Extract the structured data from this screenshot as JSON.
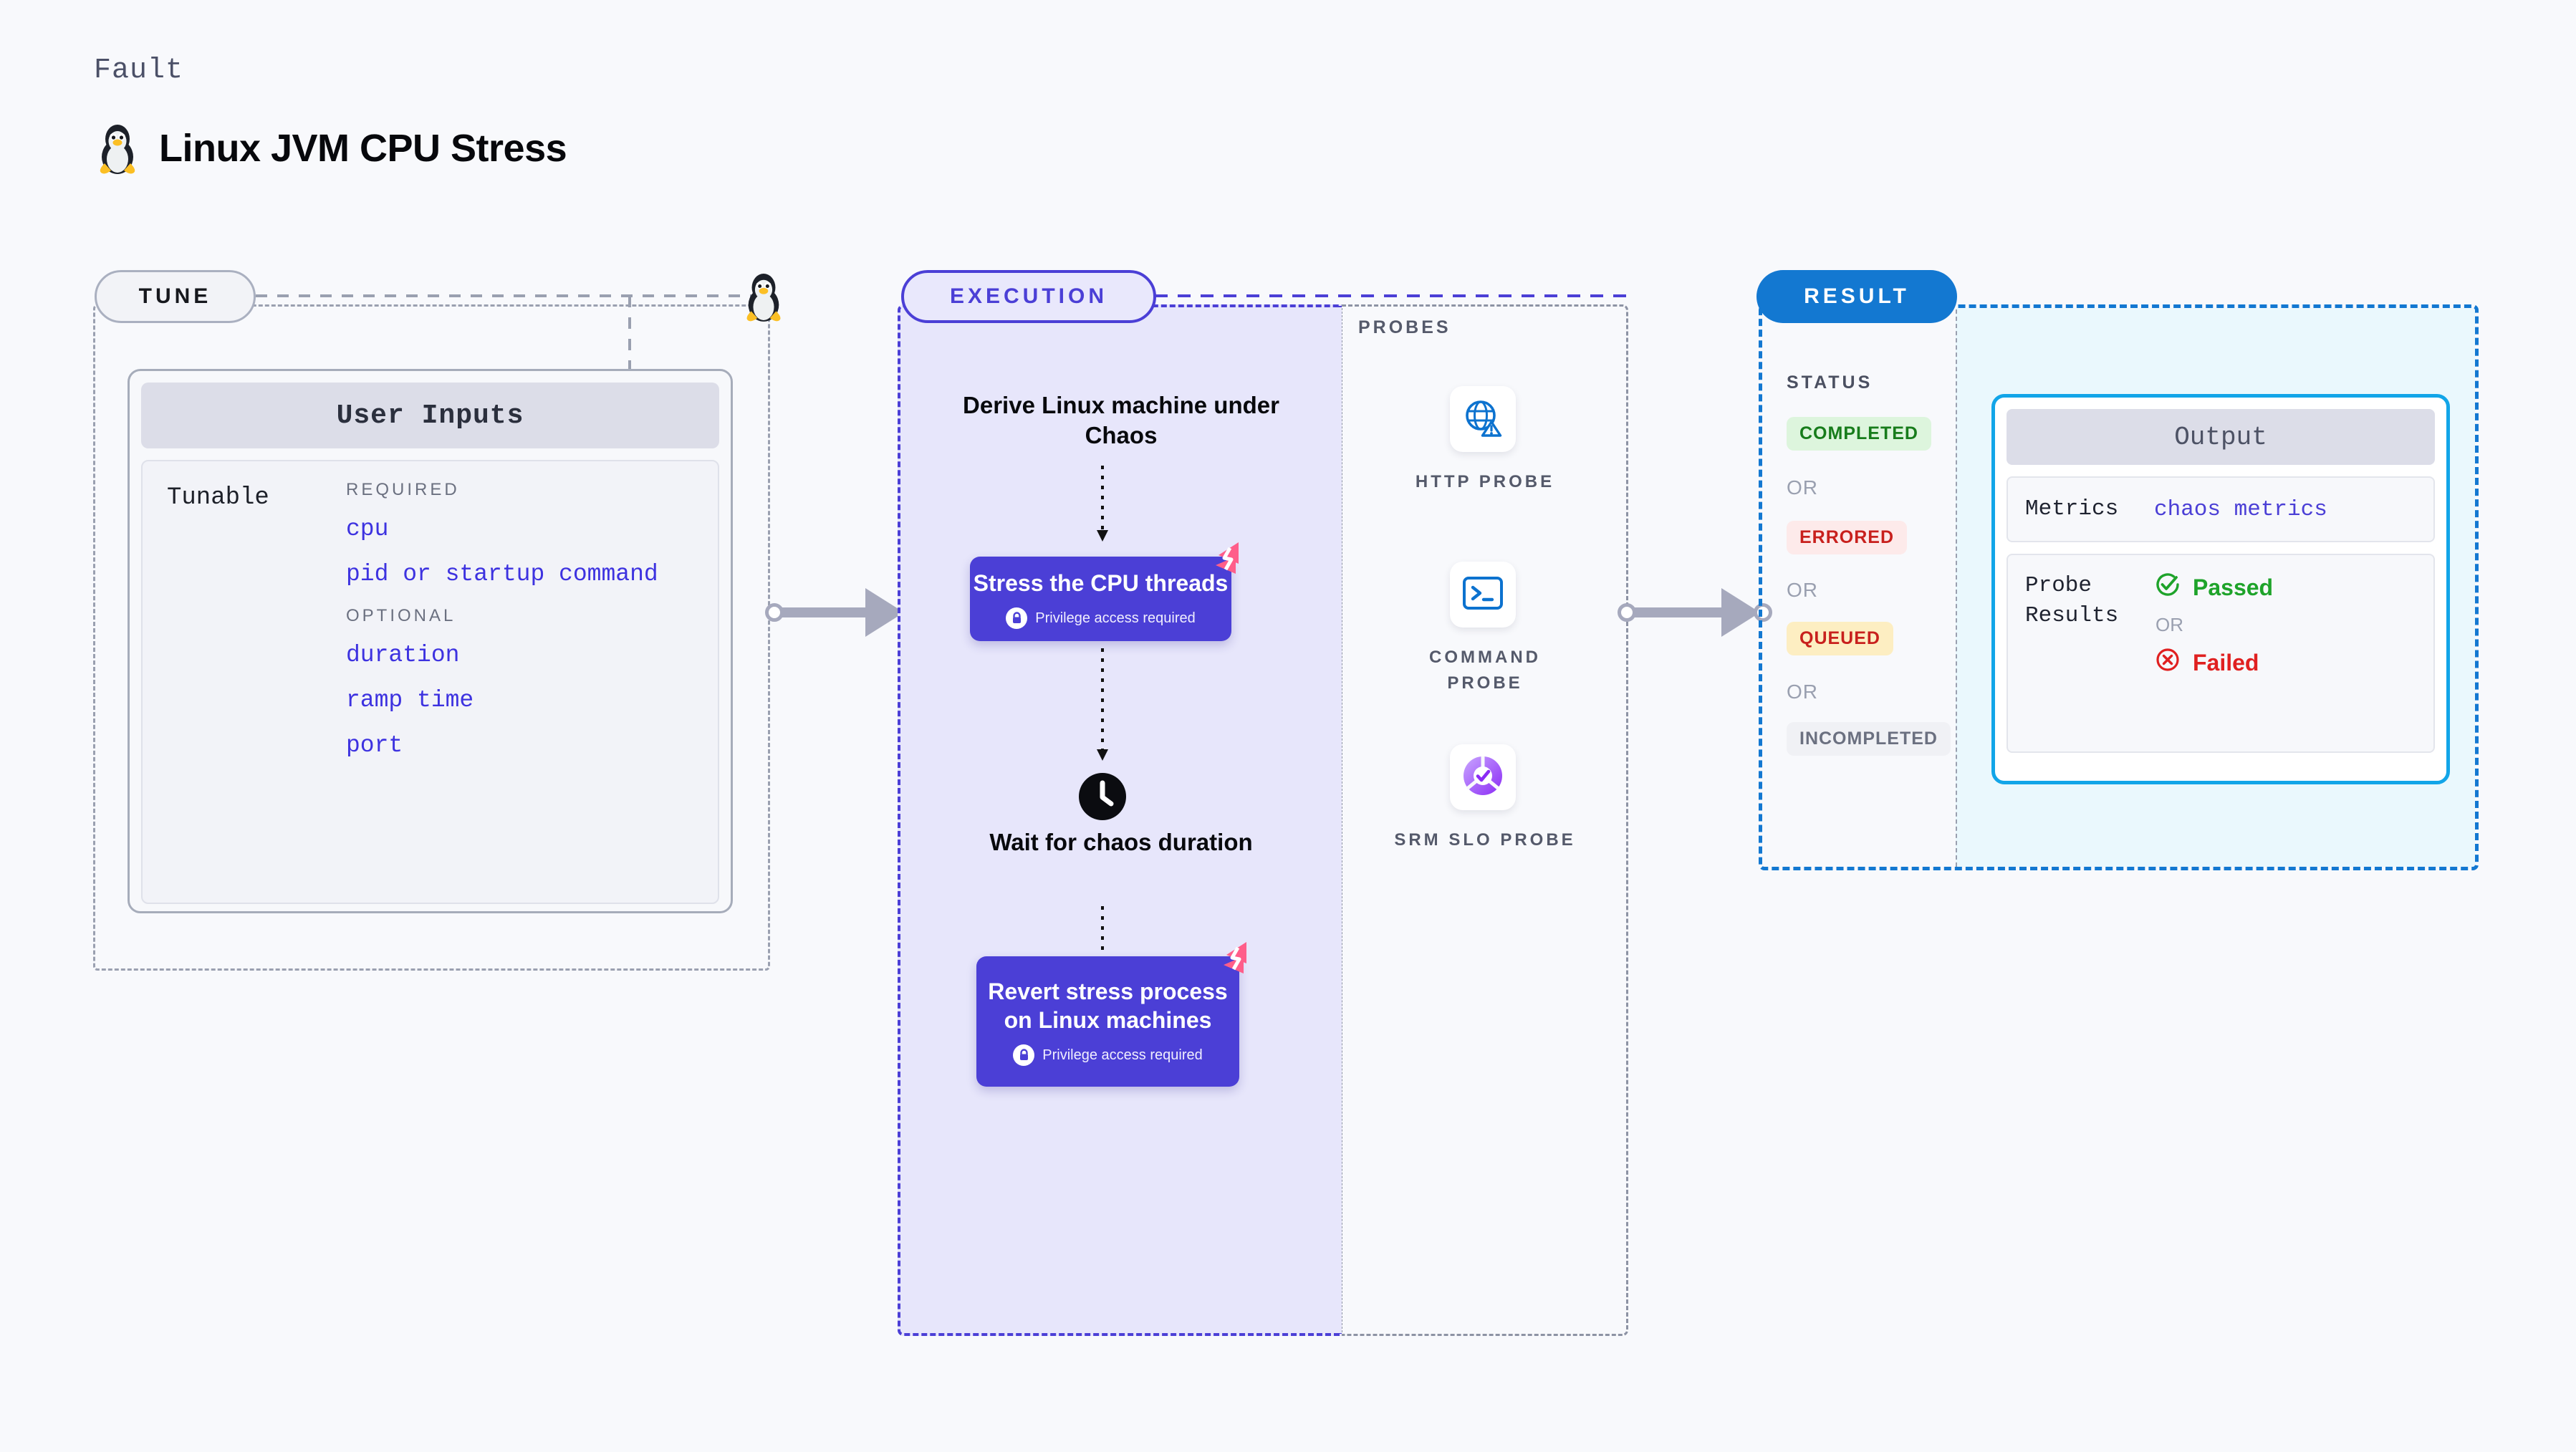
{
  "header": {
    "eyebrow": "Fault",
    "title": "Linux JVM CPU Stress",
    "icon": "linux-penguin-icon"
  },
  "tune": {
    "pill_label": "TUNE",
    "card_title": "User Inputs",
    "tunable_label": "Tunable",
    "groups": [
      {
        "heading": "REQUIRED",
        "items": [
          "cpu",
          "pid or startup command"
        ]
      },
      {
        "heading": "OPTIONAL",
        "items": [
          "duration",
          "ramp time",
          "port"
        ]
      }
    ],
    "edge_icon": "linux-penguin-icon"
  },
  "execution": {
    "pill_label": "EXECUTION",
    "steps": [
      {
        "type": "text",
        "label": "Derive Linux machine under Chaos"
      },
      {
        "type": "box",
        "label": "Stress the CPU threads",
        "privilege": "Privilege access required",
        "badge": "harness-logo-icon"
      },
      {
        "type": "text",
        "label": "Wait for chaos duration",
        "icon": "clock-icon"
      },
      {
        "type": "box",
        "label": "Revert stress process on Linux machines",
        "privilege": "Privilege access required",
        "badge": "harness-logo-icon"
      }
    ]
  },
  "probes": {
    "section_label": "PROBES",
    "items": [
      {
        "caption": "HTTP PROBE",
        "icon": "globe-warning-icon"
      },
      {
        "caption": "COMMAND PROBE",
        "icon": "terminal-icon"
      },
      {
        "caption": "SRM SLO PROBE",
        "icon": "slo-check-icon"
      }
    ]
  },
  "result": {
    "pill_label": "RESULT",
    "status_label": "STATUS",
    "or_label": "OR",
    "statuses": [
      {
        "label": "COMPLETED",
        "bg": "#ddf5dd",
        "fg": "#177c1b"
      },
      {
        "label": "ERRORED",
        "bg": "#fdeaea",
        "fg": "#c8201d"
      },
      {
        "label": "QUEUED",
        "bg": "#fdeec2",
        "fg": "#c8201d"
      },
      {
        "label": "INCOMPLETED",
        "bg": "#f0f1f5",
        "fg": "#6b7080"
      }
    ],
    "output": {
      "title": "Output",
      "metrics_key": "Metrics",
      "metrics_value": "chaos metrics",
      "probe_results_key": "Probe Results",
      "passed_label": "Passed",
      "failed_label": "Failed",
      "or_label": "OR",
      "passed_color": "#1ea32a",
      "failed_color": "#e02020",
      "passed_icon": "check-circle-icon",
      "failed_icon": "x-circle-icon"
    }
  },
  "colors": {
    "execution_accent": "#4b3fd6",
    "result_accent": "#1378d1",
    "output_border": "#12a5e8",
    "harness_pink": "#ff5e8a",
    "tunable_value": "#3d32e0"
  }
}
